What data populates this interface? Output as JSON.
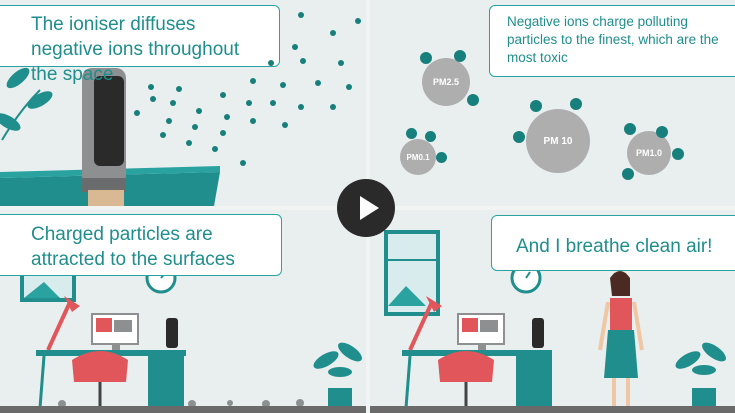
{
  "panels": {
    "p1": {
      "text": "The ioniser diffuses negative ions throughout the space"
    },
    "p2": {
      "text": "Negative ions charge polluting particles to the finest, which are the most toxic",
      "particles": {
        "pm25": "PM2.5",
        "pm10": "PM 10",
        "pm01": "PM0.1",
        "pm10b": "PM1.0"
      }
    },
    "p3": {
      "text": "Charged particles are attracted to the surfaces"
    },
    "p4": {
      "text": "And I breathe clean air!"
    }
  },
  "player": {
    "control": "play-icon"
  },
  "colors": {
    "teal": "#1f8e8c",
    "coral": "#e0565a",
    "grey": "#aeaeae"
  }
}
